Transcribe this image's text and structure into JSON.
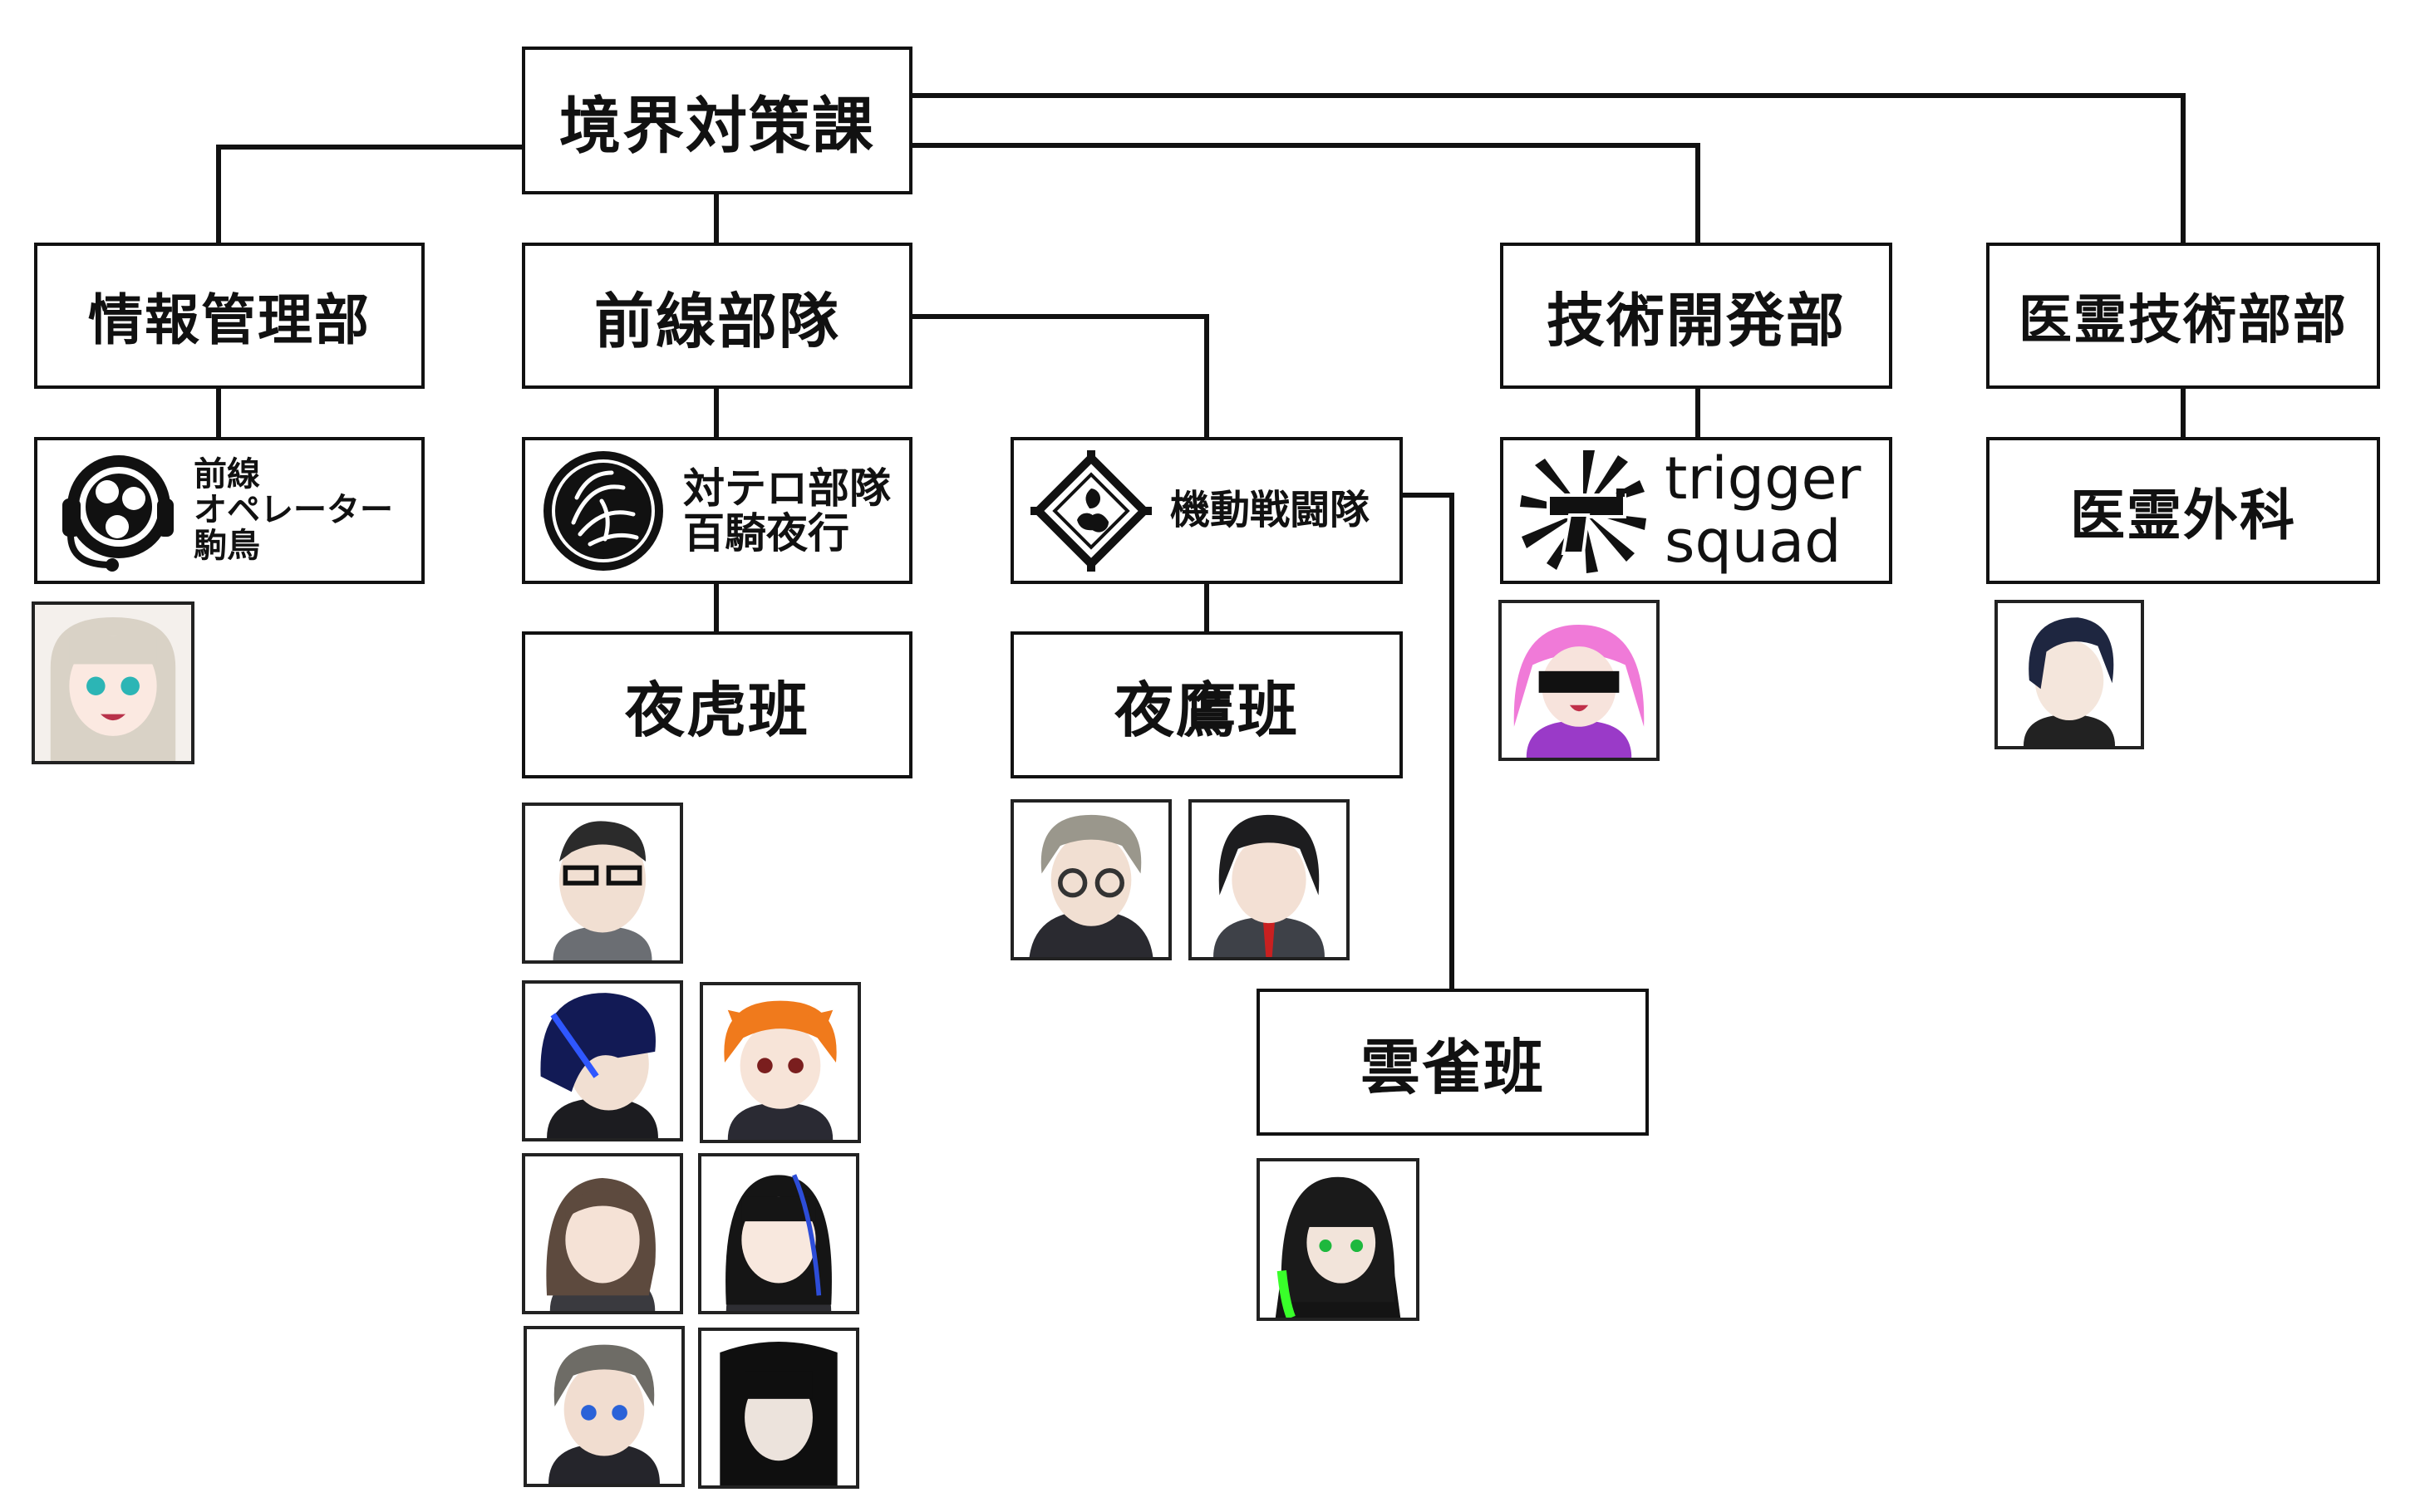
{
  "root": {
    "label": "境界対策課"
  },
  "departments": {
    "info": {
      "label": "情報管理部"
    },
    "front": {
      "label": "前線部隊"
    },
    "tech": {
      "label": "技術開発部"
    },
    "medical": {
      "label": "医霊技術部部"
    }
  },
  "units": {
    "operator": {
      "lines": [
        "前線",
        "オペレーター",
        "駒鳥"
      ],
      "icon": "headset-mitsudomoe-emblem-icon"
    },
    "anti_terror": {
      "lines": [
        "対テロ部隊",
        "百騎夜行"
      ],
      "icon": "crest-emblem-icon"
    },
    "mobile": {
      "label": "機動戦闘隊",
      "icon": "diamond-tomoe-emblem-icon"
    },
    "trigger": {
      "lines": [
        "trigger",
        "squad"
      ],
      "icon": "sunburst-pistol-emblem-icon"
    },
    "surgery": {
      "label": "医霊外科"
    }
  },
  "squads": {
    "yako": {
      "label": "夜虎班"
    },
    "yoyo": {
      "label": "夜鷹班"
    },
    "hibari": {
      "label": "雲雀班"
    }
  },
  "colors": {
    "line": "#111111",
    "box_border": "#111111",
    "background": "#ffffff"
  }
}
